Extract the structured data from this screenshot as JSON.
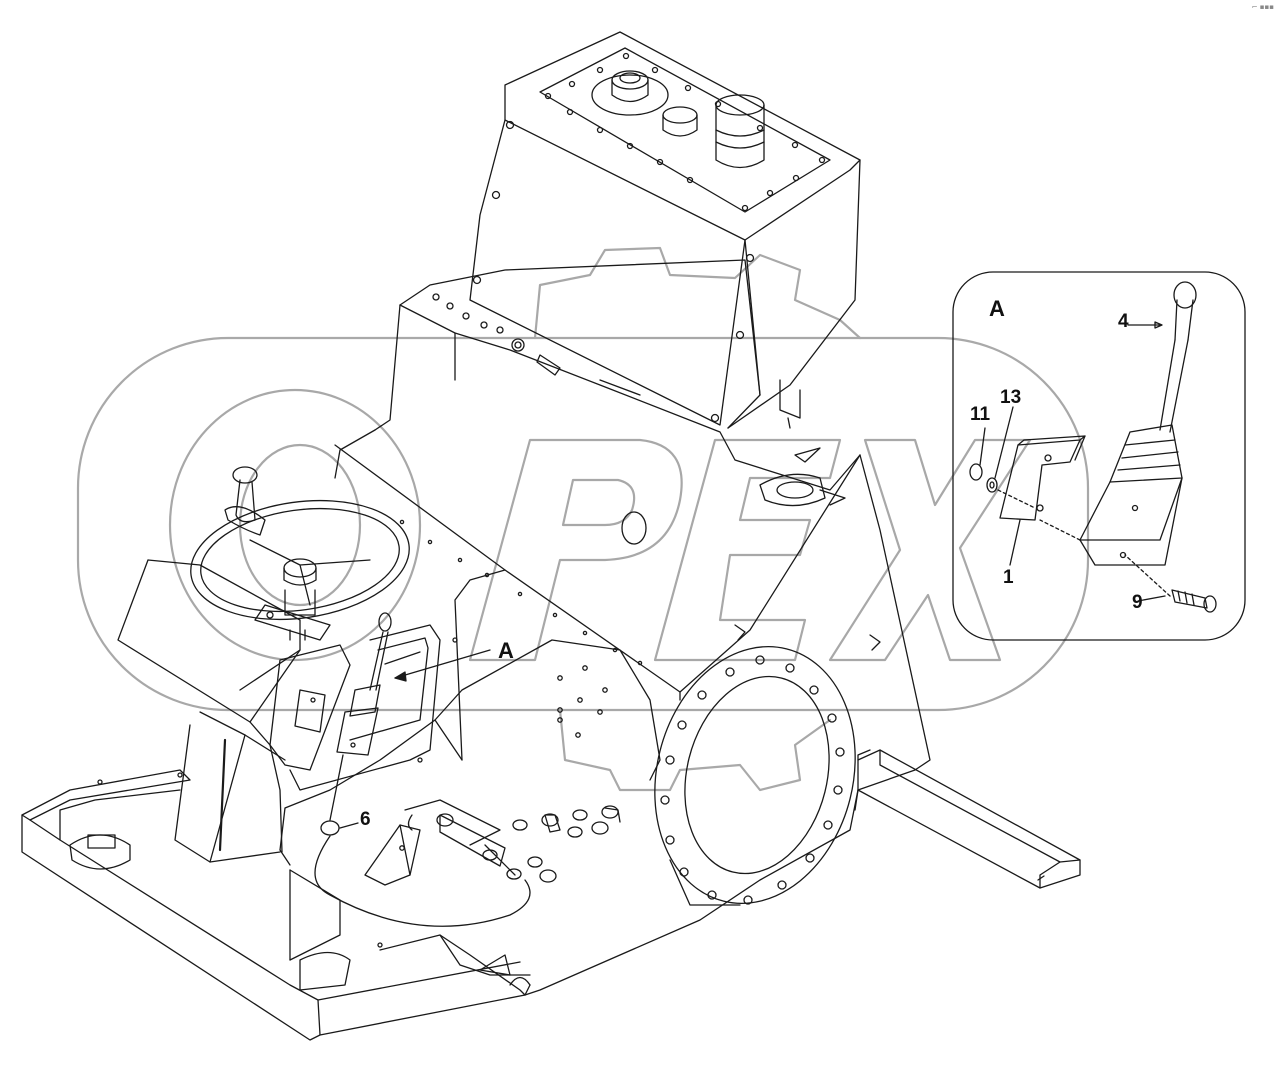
{
  "diagram": {
    "watermark_text": "OPEX",
    "corner_mark": "⌐ ▪▪▪",
    "callouts": {
      "view_ref": "A",
      "detail_title": "A",
      "p1": "1",
      "p4": "4",
      "p6": "6",
      "p9": "9",
      "p11": "11",
      "p13": "13"
    },
    "colors": {
      "line": "#1a1a1a",
      "watermark": "#9a9a9a",
      "background": "#ffffff"
    }
  }
}
